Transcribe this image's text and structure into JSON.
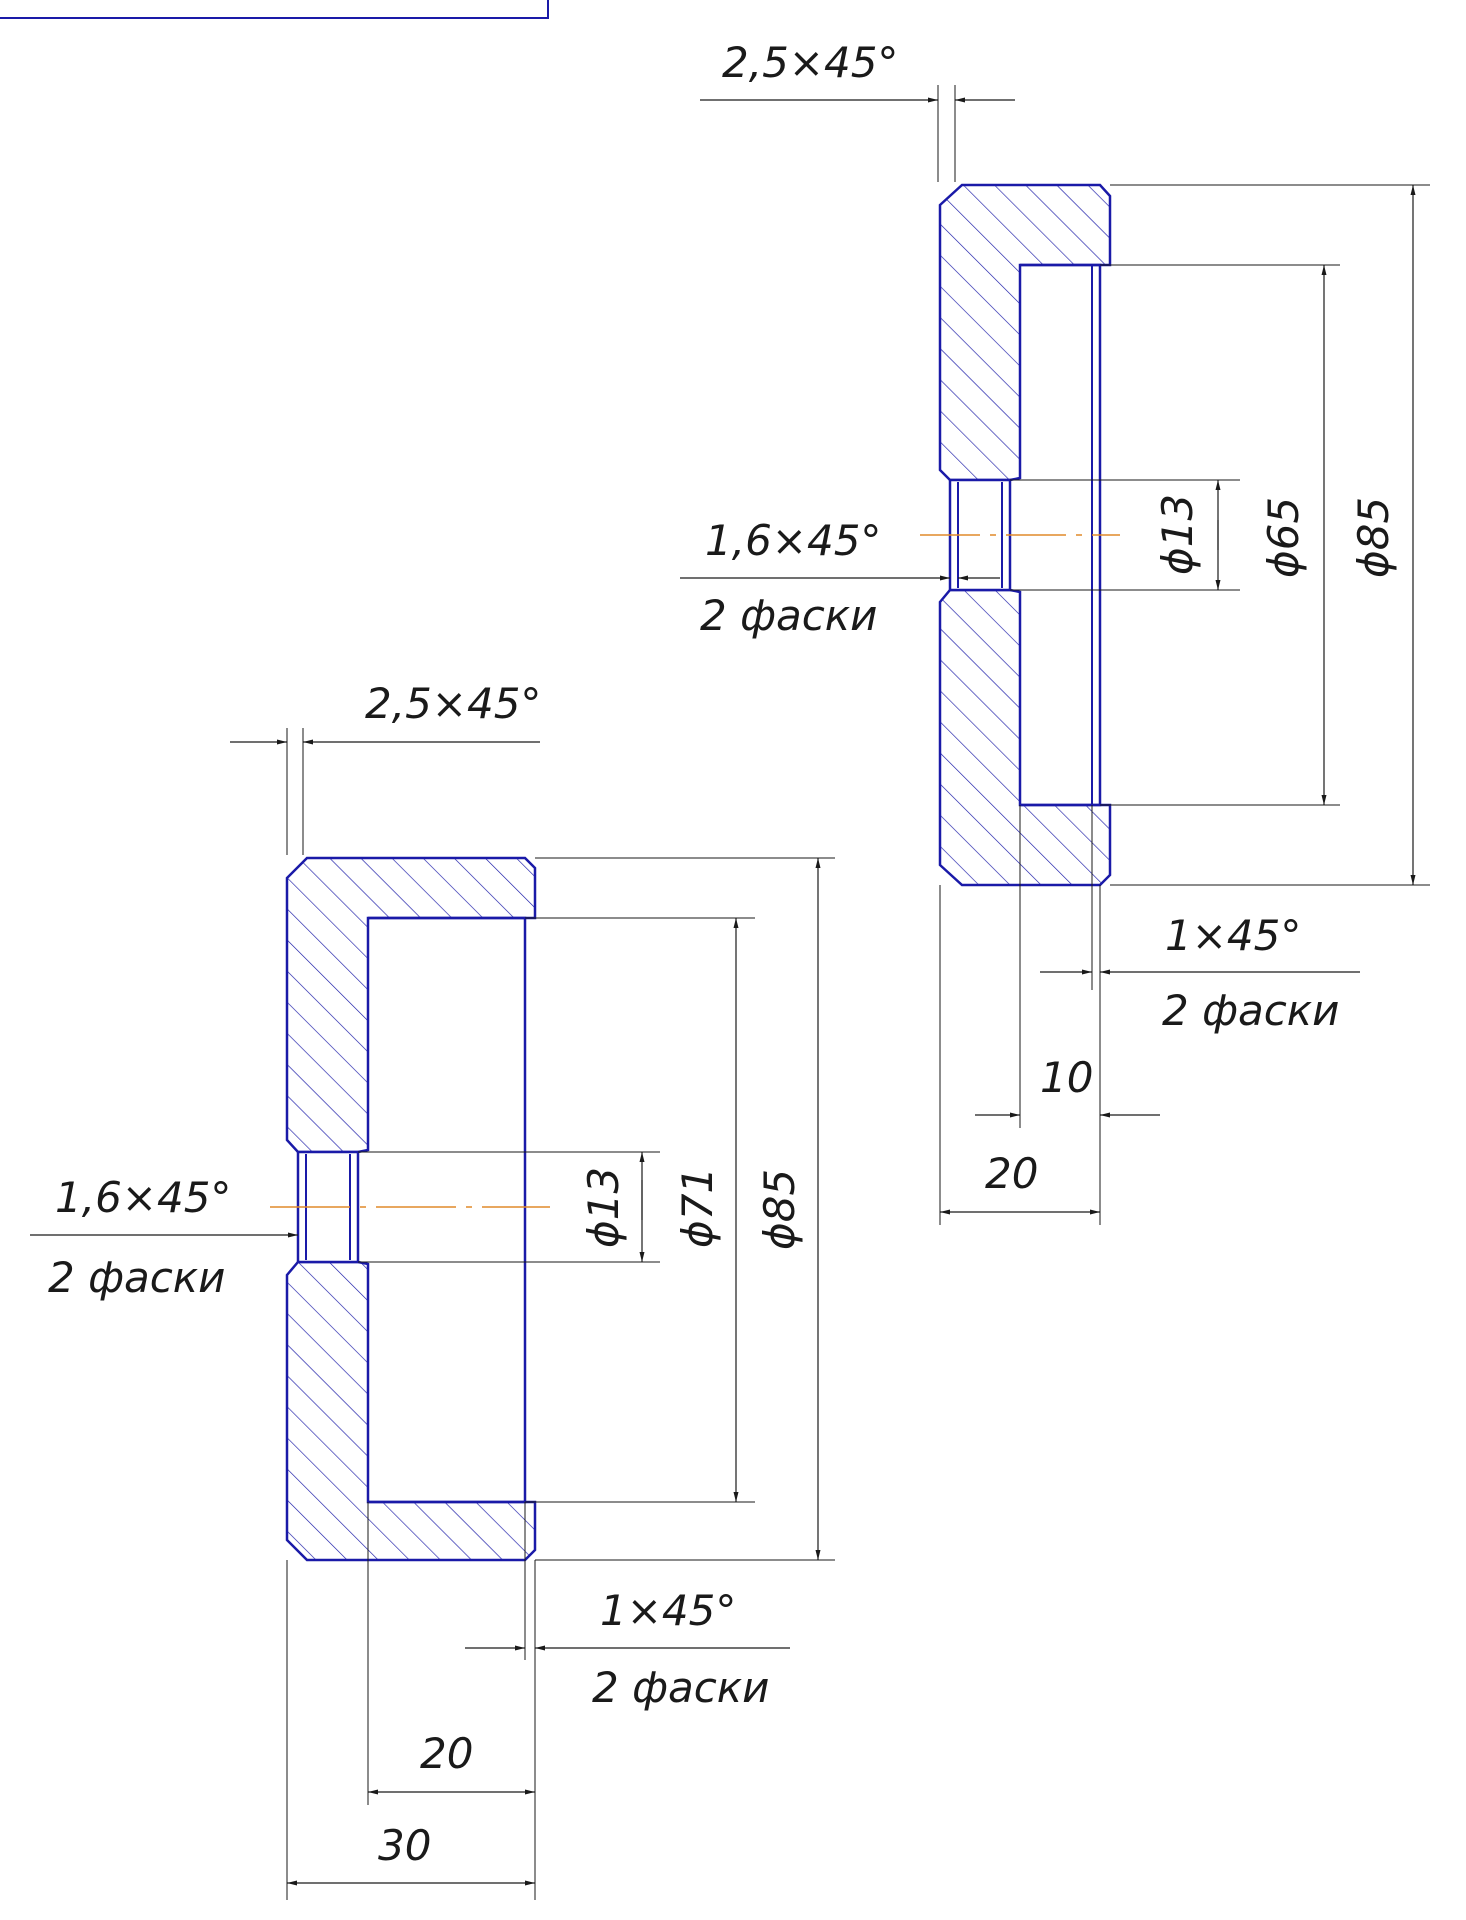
{
  "colors": {
    "outline": "#1a1aa8",
    "hatch": "#1a1aa8",
    "dimension": "#1a1a1a",
    "centerline": "#e08a2a",
    "background": "#ffffff"
  },
  "part_upper": {
    "chamfer_outer": "2,5×45°",
    "chamfer_bore_1": "1,6×45°",
    "chamfer_bore_2": "2 фаски",
    "dia_bore": "ϕ13",
    "dia_recess": "ϕ65",
    "dia_outer": "ϕ85",
    "chamfer_face_1": "1×45°",
    "chamfer_face_2": "2 фаски",
    "len_recess": "10",
    "len_total": "20"
  },
  "part_lower": {
    "chamfer_outer": "2,5×45°",
    "chamfer_bore_1": "1,6×45°",
    "chamfer_bore_2": "2 фаски",
    "dia_bore": "ϕ13",
    "dia_recess": "ϕ71",
    "dia_outer": "ϕ85",
    "chamfer_face_1": "1×45°",
    "chamfer_face_2": "2 фаски",
    "len_recess": "20",
    "len_total": "30"
  }
}
